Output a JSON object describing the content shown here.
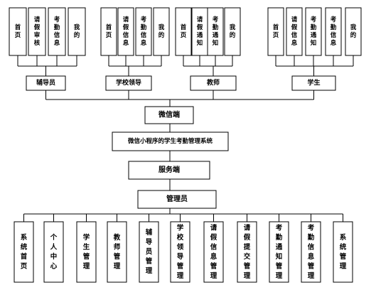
{
  "roles": [
    {
      "label": "辅导员",
      "children": [
        "首页",
        "请假审核",
        "考勤信息",
        "我的"
      ]
    },
    {
      "label": "学校领导",
      "children": [
        "首页",
        "请假信息",
        "考勤信息",
        "我的"
      ]
    },
    {
      "label": "教师",
      "children": [
        "首页",
        "请假通知",
        "考勤通知",
        "我的"
      ]
    },
    {
      "label": "学生",
      "children": [
        "首页",
        "请假信息",
        "考勤通知",
        "考勤信息",
        "我的"
      ]
    }
  ],
  "client_label": "微信端",
  "system_label": "微信小程序的学生考勤管理系统",
  "server_label": "服务端",
  "admin_label": "管理员",
  "admin_modules": [
    "系统首页",
    "个人中心",
    "学生管理",
    "教师管理",
    "辅导员管理",
    "学校领导管理",
    "请假信息管理",
    "请假提交管理",
    "考勤通知管理",
    "考勤信息管理",
    "系统管理"
  ]
}
